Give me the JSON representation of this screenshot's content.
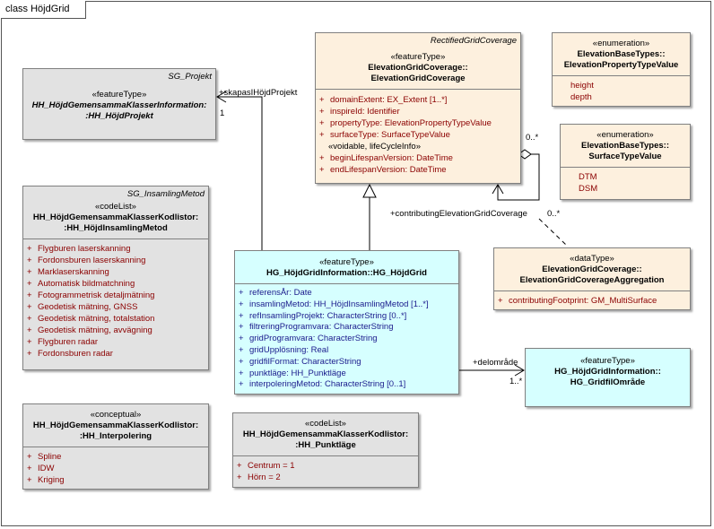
{
  "frame": {
    "title": "class HöjdGrid"
  },
  "boxes": {
    "sg_projekt": {
      "parent": "SG_Projekt",
      "stereotype": "«featureType»",
      "name1": "HH_HöjdGemensammaKlasserInformation:",
      "name2": ":HH_HöjdProjekt"
    },
    "sg_insamling": {
      "parent": "SG_InsamlingMetod",
      "stereotype": "«codeList»",
      "name1": "HH_HöjdGemensammaKlasserKodlistor:",
      "name2": ":HH_HöjdInsamlingMetod",
      "literals": [
        "Flygburen laserskanning",
        "Fordonsburen laserskanning",
        "Marklaserskanning",
        "Automatisk bildmatchning",
        "Fotogrammetrisk detaljmätning",
        "Geodetisk mätning, GNSS",
        "Geodetisk mätning, totalstation",
        "Geodetisk mätning, avvägning",
        "Flygburen radar",
        "Fordonsburen radar"
      ]
    },
    "interpolering": {
      "stereotype": "«conceptual»",
      "name1": "HH_HöjdGemensammaKlasserKodlistor:",
      "name2": ":HH_Interpolering",
      "literals": [
        "Spline",
        "IDW",
        "Kriging"
      ]
    },
    "punktlage": {
      "stereotype": "«codeList»",
      "name1": "HH_HöjdGemensammaKlasserKodlistor:",
      "name2": ":HH_Punktläge",
      "literals": [
        "Centrum = 1",
        "Hörn = 2"
      ]
    },
    "egc": {
      "parent": "RectifiedGridCoverage",
      "stereotype": "«featureType»",
      "name1": "ElevationGridCoverage::",
      "name2": "ElevationGridCoverage",
      "attrs1": [
        "domainExtent: EX_Extent [1..*]",
        "inspireId: Identifier",
        "propertyType: ElevationPropertyTypeValue",
        "surfaceType: SurfaceTypeValue"
      ],
      "group": "«voidable, lifeCycleInfo»",
      "attrs2": [
        "beginLifespanVersion: DateTime",
        "endLifespanVersion: DateTime"
      ]
    },
    "epv": {
      "stereotype": "«enumeration»",
      "name1": "ElevationBaseTypes::",
      "name2": "ElevationPropertyTypeValue",
      "literals": [
        "height",
        "depth"
      ]
    },
    "stv": {
      "stereotype": "«enumeration»",
      "name1": "ElevationBaseTypes::",
      "name2": "SurfaceTypeValue",
      "literals": [
        "DTM",
        "DSM"
      ]
    },
    "egca": {
      "stereotype": "«dataType»",
      "name1": "ElevationGridCoverage::",
      "name2": "ElevationGridCoverageAggregation",
      "attrs": [
        "contributingFootprint: GM_MultiSurface"
      ]
    },
    "hojdgrid": {
      "stereotype": "«featureType»",
      "name1": "HG_HöjdGridInformation::HG_HöjdGrid",
      "attrs": [
        "referensÅr: Date",
        "insamlingMetod: HH_HöjdInsamlingMetod [1..*]",
        "refInsamlingProjekt: CharacterString [0..*]",
        "filtreringProgramvara: CharacterString",
        "gridProgramvara: CharacterString",
        "gridUpplösning: Real",
        "gridfilFormat: CharacterString",
        "punktläge: HH_Punktläge",
        "interpoleringMetod: CharacterString [0..1]"
      ]
    },
    "gridfil": {
      "stereotype": "«featureType»",
      "name1": "HG_HöjdGridInformation::",
      "name2": "HG_GridfilOmråde"
    }
  },
  "labels": {
    "skapas_role": "+skapasIHöjdProjekt",
    "skapas_mult": "1",
    "agg_mult": "0..*",
    "contributing_role": "+contributingElevationGridCoverage",
    "contributing_mult": "0..*",
    "delomrade_role": "+delområde",
    "delomrade_mult": "1..*"
  },
  "colors": {
    "grey": "#e2e2e2",
    "peach": "#fdf0de",
    "cyan": "#d6ffff",
    "literal": "#8b0000",
    "attribute": "#1a1a8c"
  }
}
